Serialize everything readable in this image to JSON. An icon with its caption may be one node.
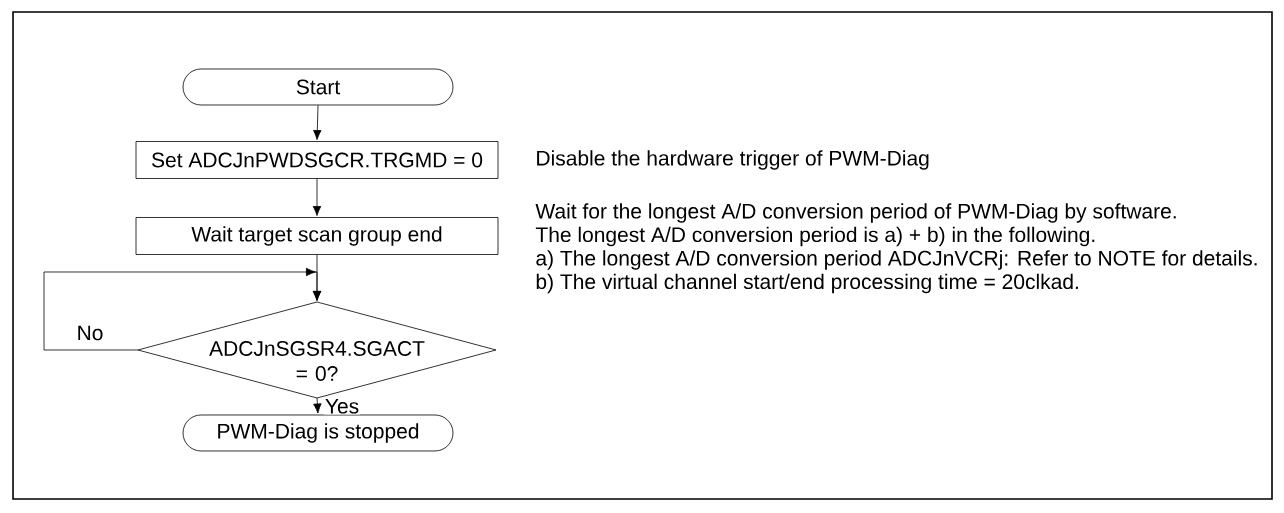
{
  "diagram": {
    "nodes": [
      {
        "text": [
          "Start"
        ]
      },
      {
        "text": [
          "Set ADCJnPWDSGCR.TRGMD = 0"
        ],
        "beside": [
          "Disable the hardware trigger of PWM-Diag"
        ]
      },
      {
        "text": [
          "Wait target scan group end"
        ],
        "beside": [
          "Wait for the longest A/D conversion period of PWM-Diag by software.",
          "The longest A/D conversion period is a) + b) in the following.",
          "a) The longest A/D conversion period ADCJnVCRj: Refer to NOTE for details.",
          "b) The virtual channel start/end processing time = 20clkad."
        ]
      },
      {
        "text": [
          "ADCJnSGSR4.SGACT = 0?"
        ]
      },
      {
        "text": [
          "PWM-Diag is stopped"
        ]
      }
    ],
    "edges": [
      {
        "from": 0,
        "to": 1,
        "arrow": "to"
      },
      {
        "from": 1,
        "to": 2,
        "arrow": "to"
      },
      {
        "from": 2,
        "to": 3,
        "arrow": "to"
      },
      {
        "from": 3,
        "to": 3,
        "arrow": "to",
        "label": "No"
      },
      {
        "from": 3,
        "to": 4,
        "arrow": "to",
        "label": "Yes"
      }
    ]
  }
}
